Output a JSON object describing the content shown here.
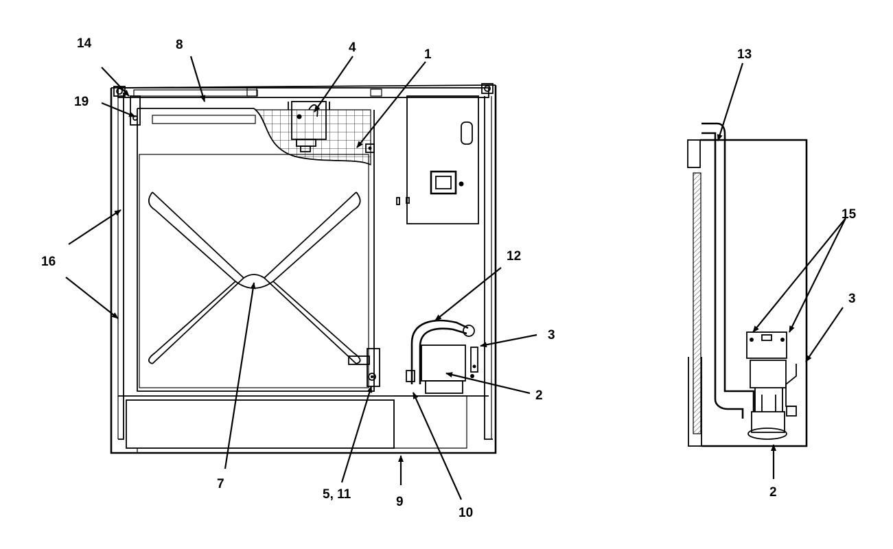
{
  "callouts": {
    "c1": "1",
    "c2_front": "2",
    "c2_side": "2",
    "c3_front": "3",
    "c3_side": "3",
    "c4": "4",
    "c5_11": "5, 11",
    "c7": "7",
    "c8": "8",
    "c9": "9",
    "c10": "10",
    "c12": "12",
    "c13": "13",
    "c14": "14",
    "c15": "15",
    "c16": "16",
    "c19": "19"
  },
  "colors": {
    "line": "#000000",
    "background": "#ffffff",
    "hatch": "#555555"
  }
}
